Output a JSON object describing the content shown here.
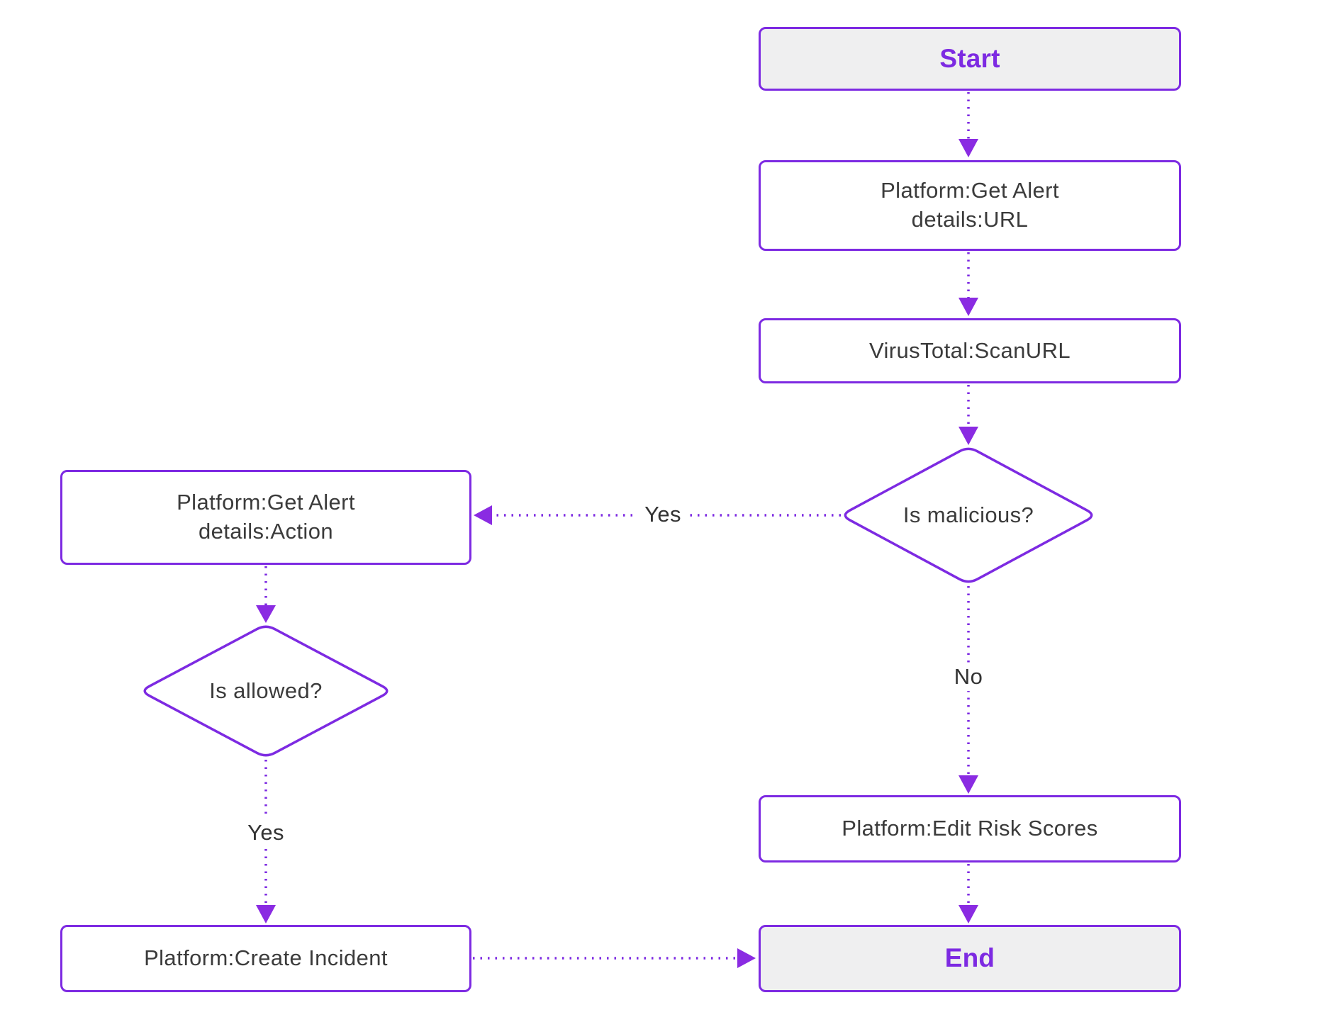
{
  "diagram": {
    "type": "flowchart",
    "colors": {
      "accent": "#7d2ae2",
      "arrowhead": "#8a2be2",
      "process_fill": "#ffffff",
      "terminal_fill": "#efeff0",
      "text": "#3b3b3b"
    },
    "nodes": {
      "start": {
        "label": "Start"
      },
      "get_alert_url": {
        "line1": "Platform:Get Alert",
        "line2": "details:URL"
      },
      "virustotal_scan": {
        "label": "VirusTotal:ScanURL"
      },
      "is_malicious": {
        "label": "Is malicious?"
      },
      "get_alert_action": {
        "line1": "Platform:Get Alert",
        "line2": "details:Action"
      },
      "is_allowed": {
        "label": "Is allowed?"
      },
      "edit_risk_scores": {
        "label": "Platform:Edit Risk Scores"
      },
      "create_incident": {
        "label": "Platform:Create Incident"
      },
      "end": {
        "label": "End"
      }
    },
    "edge_labels": {
      "malicious_yes": "Yes",
      "malicious_no": "No",
      "allowed_yes": "Yes"
    }
  }
}
